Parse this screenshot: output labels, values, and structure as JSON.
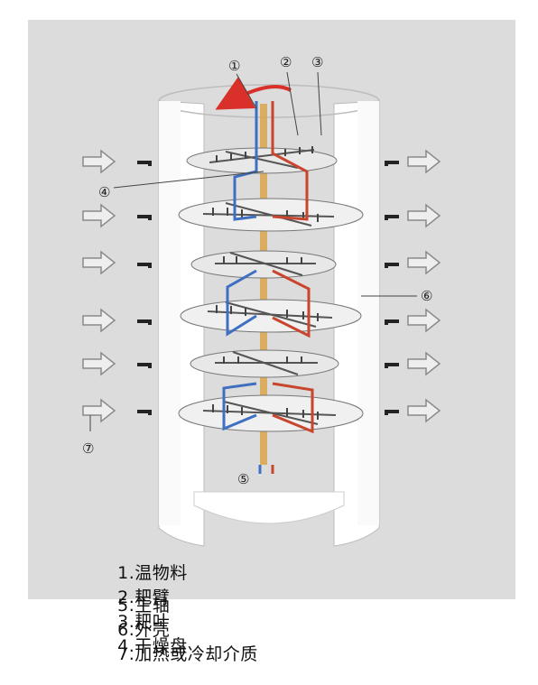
{
  "callouts": {
    "c1": "①",
    "c2": "②",
    "c3": "③",
    "c4": "④",
    "c5": "⑤",
    "c6": "⑥",
    "c7": "⑦"
  },
  "legend": {
    "row1": [
      "1.温物料",
      "2.耙臂",
      "3.耙叶",
      "4.干燥盘"
    ],
    "row2": [
      "5.主轴",
      "6.外壳",
      "7.加热或冷却介质"
    ]
  },
  "colors": {
    "panel": "#dcdcdc",
    "shell": "#ffffff",
    "heating_pipe": "#c8452e",
    "cooling_pipe": "#3f6fc0",
    "shaft": "#d9a44a",
    "rotation_arrow": "#d9302a",
    "flow_arrow_stroke": "#8a8a8a"
  },
  "icons": {
    "rotation": "curved-arrow-icon",
    "flow": "outline-arrow-icon"
  }
}
